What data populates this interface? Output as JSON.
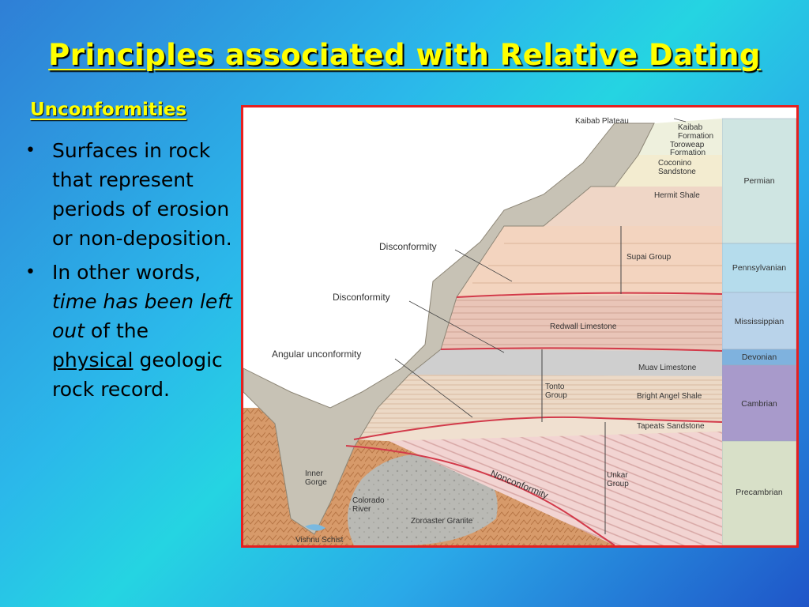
{
  "slide": {
    "title": "Principles associated with Relative Dating",
    "subhead": "Unconformities",
    "bullet1": "Surfaces in rock that represent periods of erosion or non-deposition.",
    "bullet2_a": "In other words, ",
    "bullet2_b": "time has been left out",
    "bullet2_c": " of the ",
    "bullet2_d": "physical",
    "bullet2_e": " geologic rock record.",
    "bullet_marker": "•"
  },
  "figure": {
    "formations": {
      "kaibab_plateau": "Kaibab Plateau",
      "kaibab_formation_1": "Kaibab",
      "kaibab_formation_2": "Formation",
      "toroweap_1": "Toroweap",
      "toroweap_2": "Formation",
      "coconino_1": "Coconino",
      "coconino_2": "Sandstone",
      "hermit_shale": "Hermit Shale",
      "supai_group": "Supai Group",
      "redwall_limestone": "Redwall Limestone",
      "muav_limestone": "Muav Limestone",
      "tonto_1": "Tonto",
      "tonto_2": "Group",
      "bright_angel_shale": "Bright Angel Shale",
      "tapeats_sandstone": "Tapeats Sandstone",
      "unkar_1": "Unkar",
      "unkar_2": "Group",
      "zoroaster_granite": "Zoroaster Granite",
      "vishnu_schist": "Vishnu Schist",
      "inner_gorge_1": "Inner",
      "inner_gorge_2": "Gorge",
      "colorado_river_1": "Colorado",
      "colorado_river_2": "River"
    },
    "callouts": {
      "disconformity_upper": "Disconformity",
      "disconformity_lower": "Disconformity",
      "angular_unconformity": "Angular unconformity",
      "nonconformity": "Nonconformity"
    },
    "periods": {
      "permian": "Permian",
      "pennsylvanian": "Pennsylvanian",
      "mississippian": "Mississippian",
      "devonian": "Devonian",
      "cambrian": "Cambrian",
      "precambrian": "Precambrian"
    },
    "colors": {
      "frame": "#e62020",
      "permian": "#cfe5e2",
      "pennsylvanian": "#b5dcec",
      "mississippian": "#b9d3ea",
      "devonian": "#7fb2de",
      "cambrian": "#a89acb",
      "precambrian": "#d8e0c8",
      "unconformity_line": "#d23a4a"
    }
  }
}
